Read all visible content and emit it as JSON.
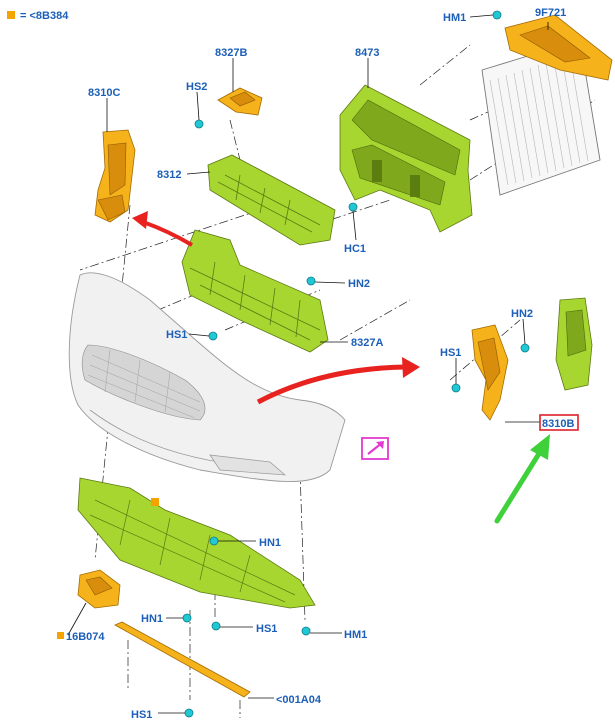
{
  "legend": {
    "marker_color": "#f4a300",
    "text": "= <8B384"
  },
  "labels": {
    "hm1_top": "HM1",
    "p9f721": "9F721",
    "p8327b": "8327B",
    "p8473": "8473",
    "p8310c": "8310C",
    "hs2": "HS2",
    "p8312": "8312",
    "hc1": "HC1",
    "hn2_center": "HN2",
    "hs1_center": "HS1",
    "p8327a": "8327A",
    "hn2_right": "HN2",
    "hs1_right": "HS1",
    "p8310b": "8310B",
    "hn1_mid": "HN1",
    "p16b074": "16B074",
    "hn1_low": "HN1",
    "hs1_low": "HS1",
    "hm1_low": "HM1",
    "p001a04": "<001A04",
    "hs1_bottom": "HS1"
  },
  "colors": {
    "label_text": "#1c5fb8",
    "highlight_box": "#e0202a",
    "red_arrow": "#e8231f",
    "green_arrow": "#3fd13a",
    "link_icon_border": "#e23ad0",
    "part_green": "#a8d630",
    "part_orange": "#f6b21a",
    "fastener_cyan": "#22c7d4"
  }
}
